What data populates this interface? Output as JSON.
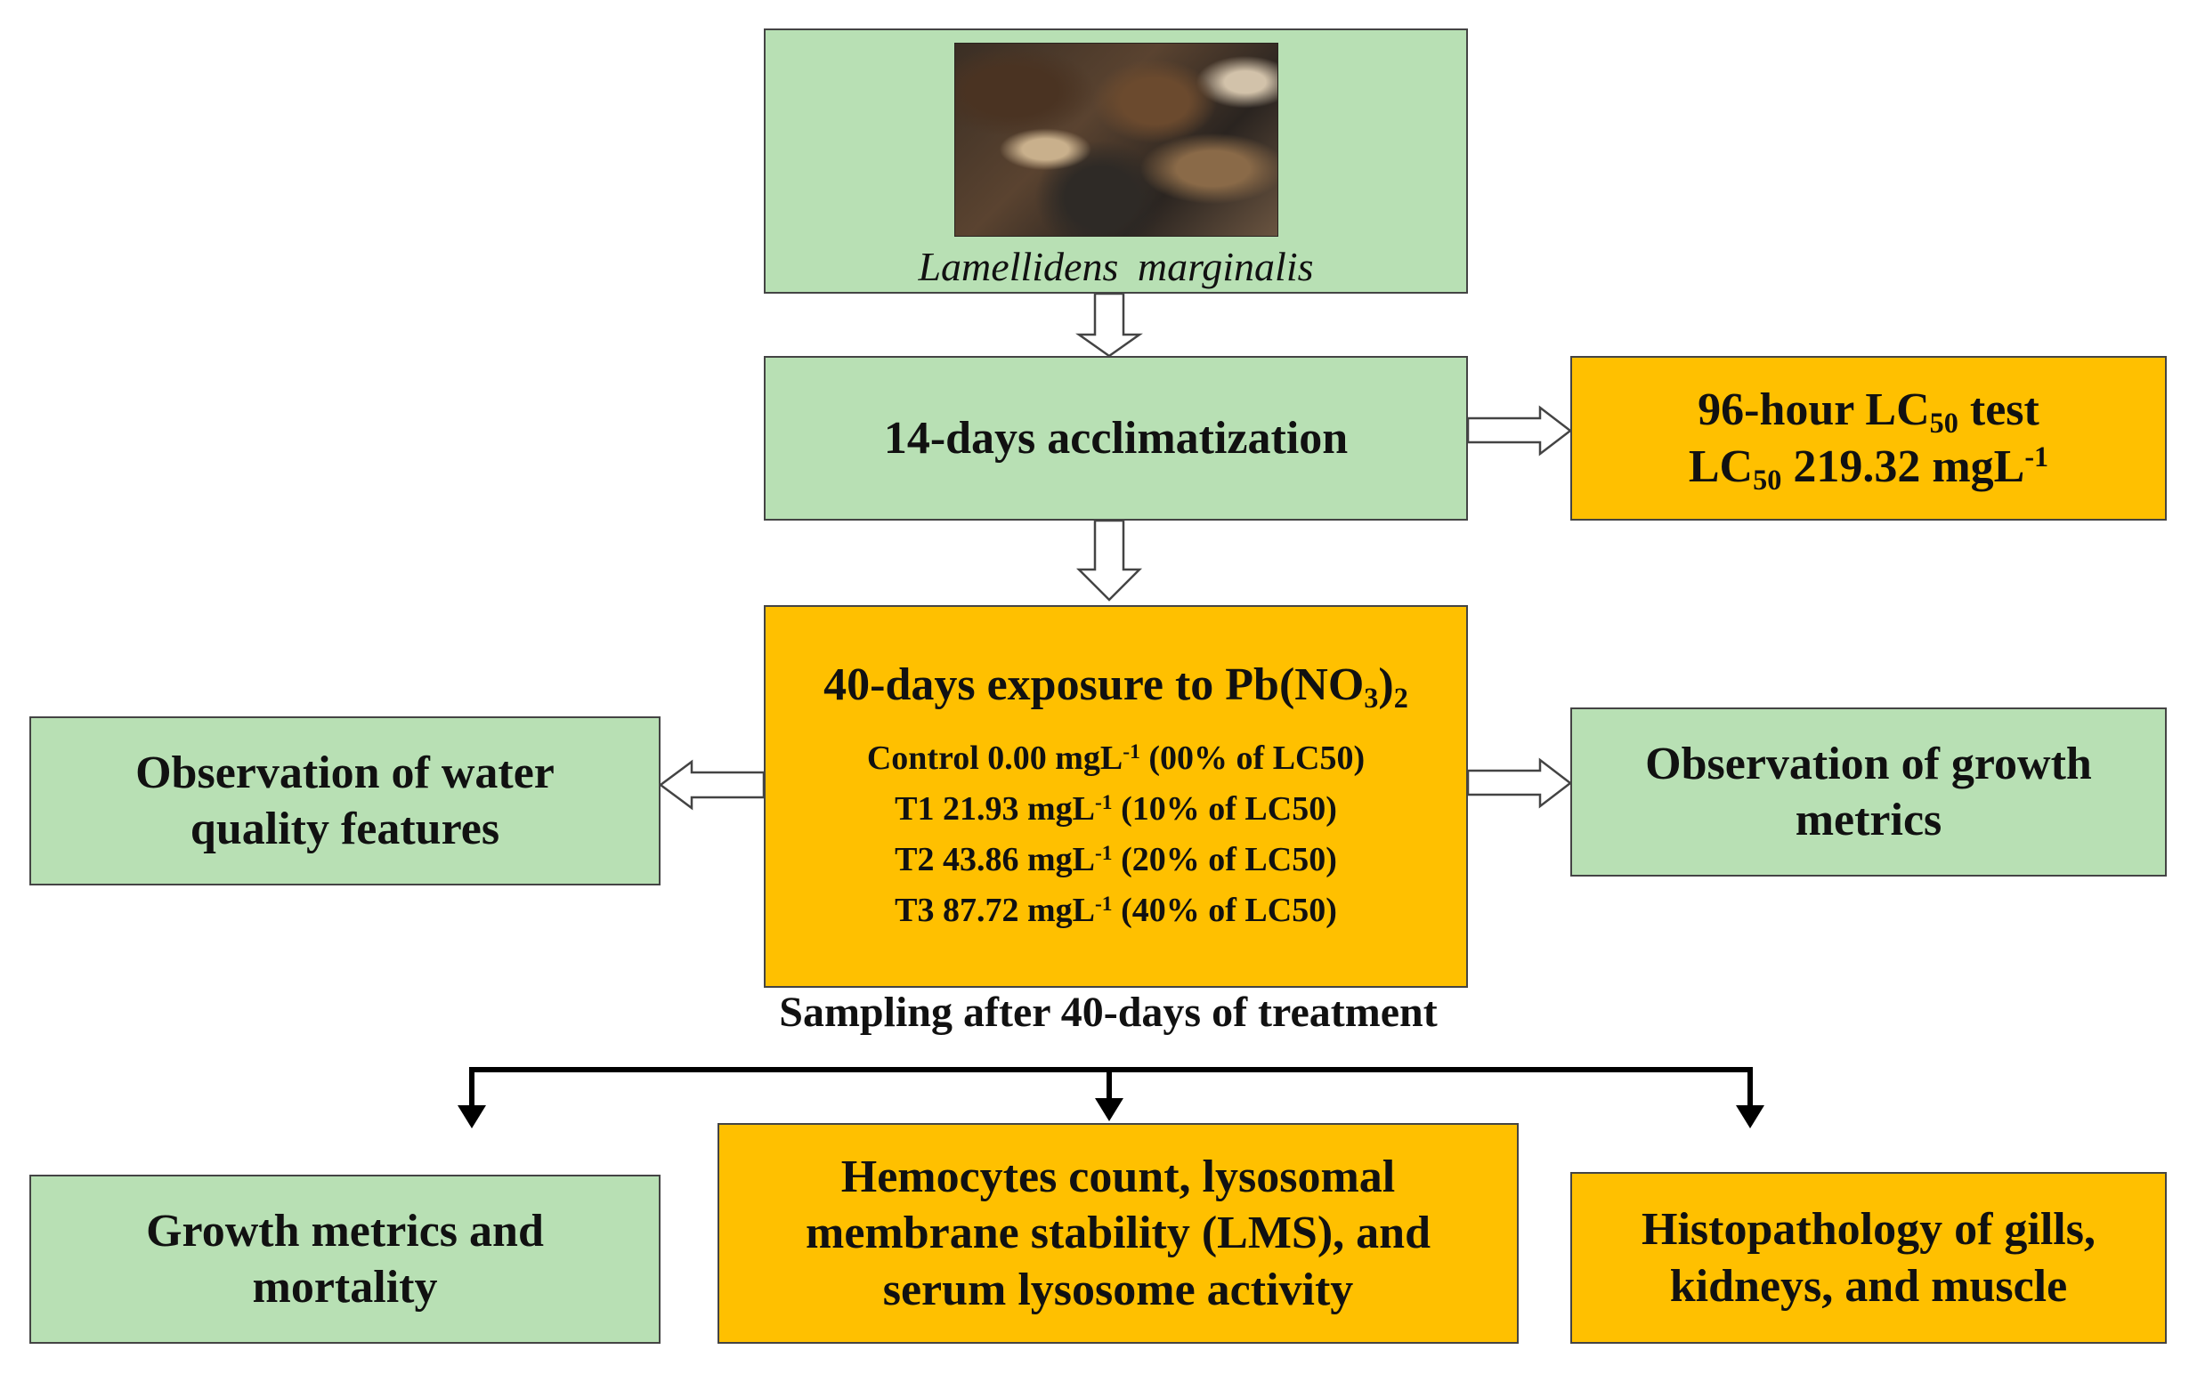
{
  "top_box": {
    "species": "Lamellidens  marginalis",
    "photo_icon": "mussel-photo"
  },
  "acclimatization": "14-days acclimatization",
  "lc50_box": {
    "line1_pre": "96-hour LC",
    "line1_sub": "50",
    "line1_post": " test",
    "line2_pre": "LC",
    "line2_sub": "50",
    "line2_mid": " 219.32 mgL",
    "line2_sup": "-1"
  },
  "exposure": {
    "title_pre": "40-days exposure to Pb(NO",
    "title_sub1": "3",
    "title_close": ")",
    "title_sub2": "2",
    "treatments": [
      {
        "pre": "Control 0.00 mgL",
        "sup": "-1",
        "post": " (00% of LC50)"
      },
      {
        "pre": "T1 21.93 mgL",
        "sup": "-1",
        "post": " (10% of LC50)"
      },
      {
        "pre": "T2 43.86 mgL",
        "sup": "-1",
        "post": " (20% of LC50)"
      },
      {
        "pre": "T3 87.72 mgL",
        "sup": "-1",
        "post": " (40% of LC50)"
      }
    ]
  },
  "water_quality": {
    "line1": "Observation of water",
    "line2": "quality features"
  },
  "growth_obs": {
    "line1": "Observation of growth",
    "line2": "metrics"
  },
  "sampling": "Sampling after 40-days of treatment",
  "growth_mortality": {
    "line1": "Growth metrics and",
    "line2": "mortality"
  },
  "hemocytes": {
    "line1": "Hemocytes count, lysosomal",
    "line2": "membrane stability (LMS), and",
    "line3": "serum lysosome activity"
  },
  "histopathology": {
    "line1": "Histopathology of gills,",
    "line2": "kidneys, and muscle"
  },
  "colors": {
    "green": "#b8e0b4",
    "orange": "#ffc000",
    "border": "#444444"
  }
}
